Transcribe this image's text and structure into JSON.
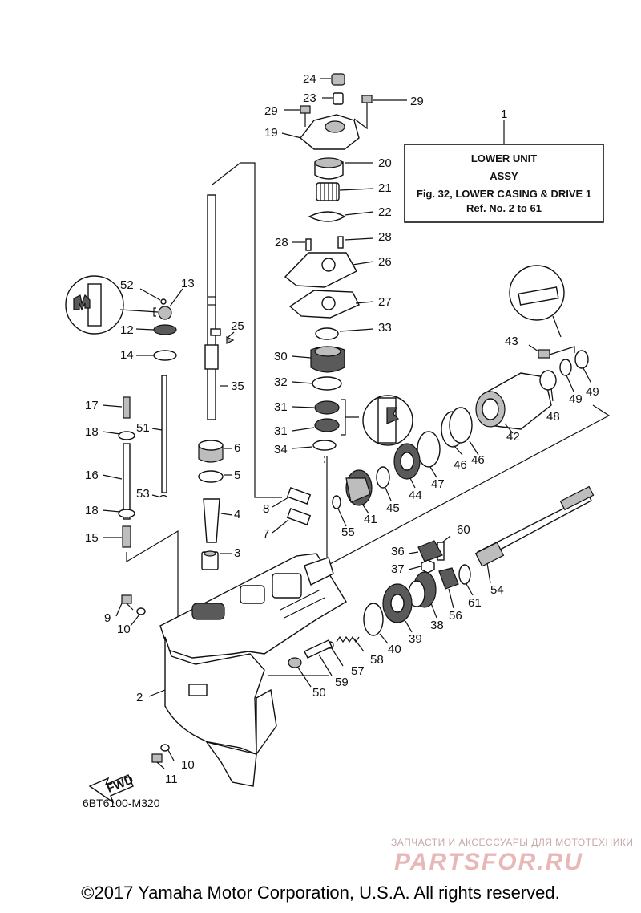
{
  "info_box": {
    "ref": "1",
    "line1": "LOWER UNIT",
    "line2": "ASSY",
    "line3": "Fig. 32, LOWER CASING & DRIVE 1",
    "line4": "Ref. No. 2 to 61"
  },
  "callouts": {
    "n24": "24",
    "n23": "23",
    "n29a": "29",
    "n29b": "29",
    "n19": "19",
    "n20": "20",
    "n21": "21",
    "n22": "22",
    "n28a": "28",
    "n28b": "28",
    "n26": "26",
    "n27": "27",
    "n33": "33",
    "n30": "30",
    "n32": "32",
    "n31a": "31",
    "n31b": "31",
    "n34": "34",
    "n52": "52",
    "n13": "13",
    "n12": "12",
    "n14": "14",
    "n25": "25",
    "n35": "35",
    "n17": "17",
    "n18a": "18",
    "n51": "51",
    "n16": "16",
    "n53": "53",
    "n18b": "18",
    "n15": "15",
    "n6": "6",
    "n5": "5",
    "n4": "4",
    "n3": "3",
    "n8": "8",
    "n7": "7",
    "n9": "9",
    "n10a": "10",
    "n2": "2",
    "n10b": "10",
    "n11": "11",
    "n43": "43",
    "n49a": "49",
    "n49b": "49",
    "n48": "48",
    "n42": "42",
    "n46a": "46",
    "n46b": "46",
    "n47": "47",
    "n44": "44",
    "n45": "45",
    "n41": "41",
    "n55": "55",
    "n60": "60",
    "n36": "36",
    "n37": "37",
    "n54": "54",
    "n61": "61",
    "n56": "56",
    "n38": "38",
    "n39": "39",
    "n40": "40",
    "n58": "58",
    "n57": "57",
    "n59": "59",
    "n50": "50"
  },
  "fwd_label": "FWD",
  "diagram_code": "6BT6100-M320",
  "watermark_sub": "ЗАПЧАСТИ И АКСЕССУАРЫ ДЛЯ МОТОТЕХНИКИ",
  "watermark_logo": "PARTSFOR.RU",
  "copyright": "©2017 Yamaha Motor Corporation, U.S.A. All rights reserved."
}
